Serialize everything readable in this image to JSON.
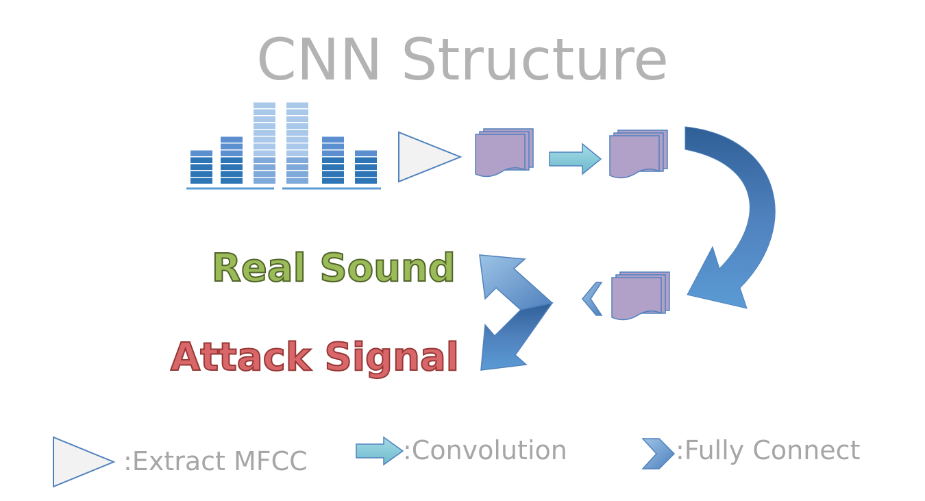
{
  "title": "CNN Structure",
  "outputs": {
    "real": "Real Sound",
    "attack": "Attack Signal"
  },
  "legend": {
    "extract": ":Extract MFCC",
    "convolution": ":Convolution",
    "fully_connect": ":Fully Connect"
  },
  "colors": {
    "title": "#b3b3b3",
    "real_fill": "#9bbb59",
    "real_outline": "#4f6228",
    "attack_fill": "#d9676a",
    "attack_outline": "#953735",
    "feature_map": "#b1a0c7",
    "feature_outline": "#4f81bd",
    "conv_arrow": "#7fc6d6",
    "flow_arrow": "#4f81bd",
    "legend_text": "#a6a6a6"
  }
}
